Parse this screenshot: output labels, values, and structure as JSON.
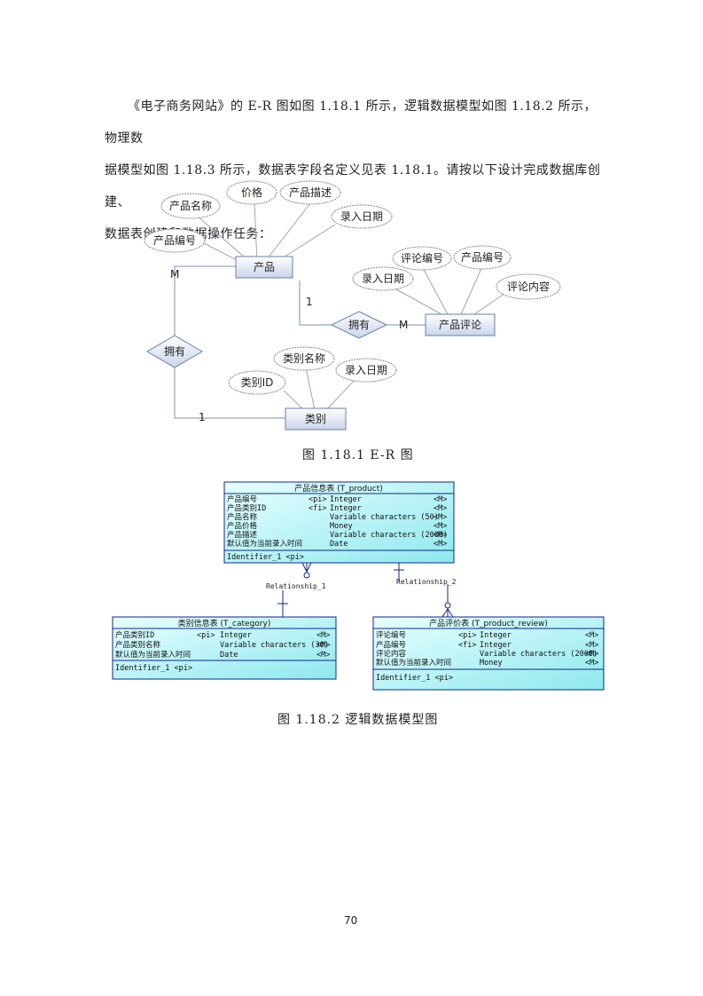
{
  "intro": {
    "line1": "《电子商务网站》的 E-R 图如图 1.18.1 所示，逻辑数据模型如图 1.18.2 所示，物理数",
    "line2": "据模型如图 1.18.3 所示，数据表字段名定义见表 1.18.1。请按以下设计完成数据库创建、",
    "line3": "数据表创建和数据操作任务："
  },
  "er_diagram": {
    "entities": {
      "product": "产品",
      "review": "产品评论",
      "category": "类别"
    },
    "relationships": {
      "owns_review": "拥有",
      "owns_product": "拥有"
    },
    "product_attrs": [
      "产品名称",
      "价格",
      "产品描述",
      "录入日期",
      "产品编号"
    ],
    "review_attrs": [
      "评论编号",
      "产品编号",
      "录入日期",
      "评论内容"
    ],
    "category_attrs": [
      "类别名称",
      "类别ID",
      "录入日期"
    ],
    "cardinality": {
      "product_m": "M",
      "review_1": "1",
      "review_m": "M",
      "category_1": "1"
    },
    "caption": "图 1.18.1   E-R 图"
  },
  "logical_model": {
    "product_table": {
      "title": "产品信息表 (T_product)",
      "rows": [
        {
          "name": "产品编号",
          "key": "<pi>",
          "type": "Integer",
          "mand": "<M>"
        },
        {
          "name": "产品类别ID",
          "key": "<fi>",
          "type": "Integer",
          "mand": "<M>"
        },
        {
          "name": "产品名称",
          "key": "",
          "type": "Variable characters (50)",
          "mand": "<M>"
        },
        {
          "name": "产品价格",
          "key": "",
          "type": "Money",
          "mand": "<M>"
        },
        {
          "name": "产品描述",
          "key": "",
          "type": "Variable characters (2000)",
          "mand": "<M>"
        },
        {
          "name": "默认值为当前录入时间",
          "key": "",
          "type": "Date",
          "mand": "<M>"
        }
      ],
      "identifier": "Identifier_1  <pi>"
    },
    "category_table": {
      "title": "类别信息表 (T_category)",
      "rows": [
        {
          "name": "产品类别ID",
          "key": "<pi>",
          "type": "Integer",
          "mand": "<M>"
        },
        {
          "name": "产品类别名称",
          "key": "",
          "type": "Variable characters (30)",
          "mand": "<M>"
        },
        {
          "name": "默认值为当前录入时间",
          "key": "",
          "type": "Date",
          "mand": "<M>"
        }
      ],
      "identifier": "Identifier_1  <pi>"
    },
    "review_table": {
      "title": "产品评价表 (T_product_review)",
      "rows": [
        {
          "name": "评论编号",
          "key": "<pi>",
          "type": "Integer",
          "mand": "<M>"
        },
        {
          "name": "产品编号",
          "key": "<fi>",
          "type": "Integer",
          "mand": "<M>"
        },
        {
          "name": "评论内容",
          "key": "",
          "type": "Variable characters (2000)",
          "mand": "<M>"
        },
        {
          "name": "默认值为当前录入时间",
          "key": "",
          "type": "Money",
          "mand": "<M>"
        }
      ],
      "identifier": "Identifier_1  <pi>"
    },
    "relationship_1": "Relationship_1",
    "relationship_2": "Relationship_2",
    "caption": "图 1.18.2   逻辑数据模型图"
  },
  "page_number": "70",
  "colors": {
    "entity_fill": "#dde4f0",
    "entity_stroke": "#6b7fa8",
    "pdm_fill": "#a8f0f0",
    "pdm_stroke": "#0d2a8a"
  }
}
